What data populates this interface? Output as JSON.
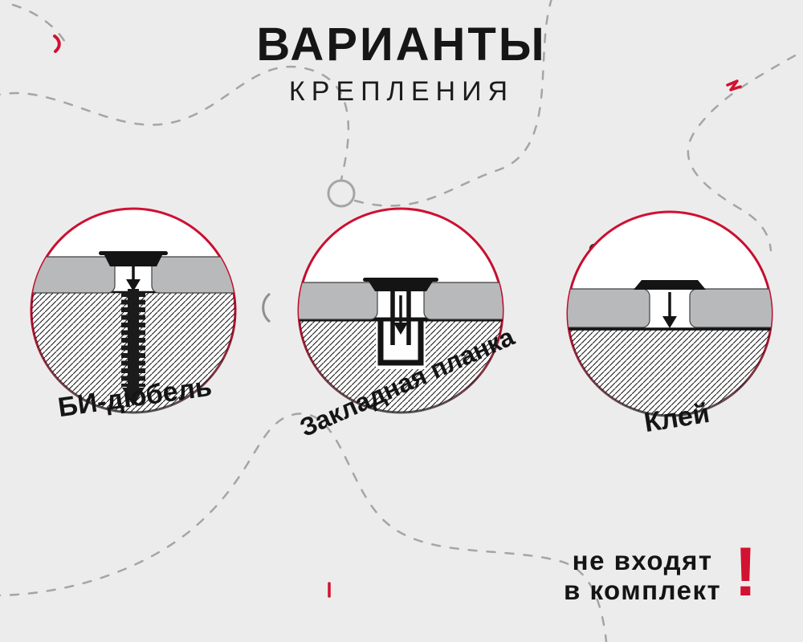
{
  "title": {
    "line1": "ВАРИАНТЫ",
    "line2": "КРЕПЛЕНИЯ"
  },
  "variants": [
    {
      "label": "БИ-дюбель"
    },
    {
      "label": "Закладная планка"
    },
    {
      "label": "Клей"
    }
  ],
  "note": {
    "line1": "не входят",
    "line2": "в комплект",
    "mark": "!"
  },
  "colors": {
    "background": "#edecec",
    "accent_red": "#d11230",
    "ring_red": "#c70d2f",
    "panel_gray": "#b8b9ba",
    "ink": "#141414",
    "decor_gray": "#a5a5a5"
  }
}
